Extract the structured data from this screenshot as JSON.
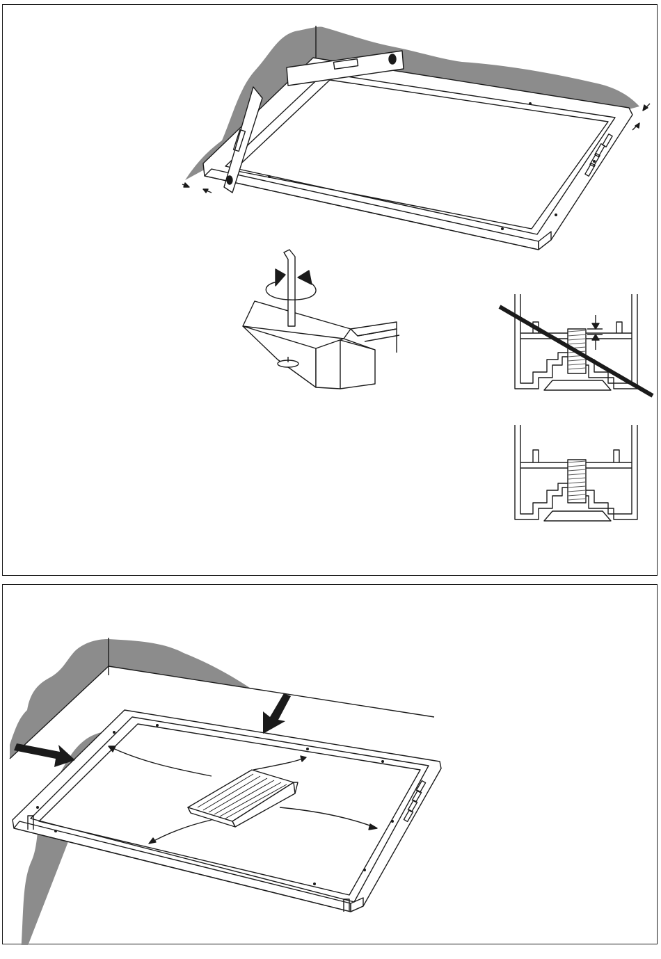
{
  "colors": {
    "wall": "#8c8c8c",
    "line": "#1a1a1a",
    "paper": "#ffffff",
    "thread": "#555555"
  },
  "figures": {
    "panel_top": {
      "main_view": "frame-leveling",
      "detail_1": "adjusting-foot-with-hex-key",
      "detail_2": "foot-thread-incorrect",
      "detail_3": "foot-thread-correct"
    },
    "panel_bottom": {
      "main_view": "insert-grille-into-frame"
    }
  },
  "icons": {
    "spirit_level": "spirit-level-icon",
    "hex_key": "hex-key-icon",
    "rotation": "rotation-arrows-icon",
    "cross_out": "cross-out-icon",
    "push_arrow": "push-arrow-icon",
    "grille": "ventilation-grille-icon"
  }
}
